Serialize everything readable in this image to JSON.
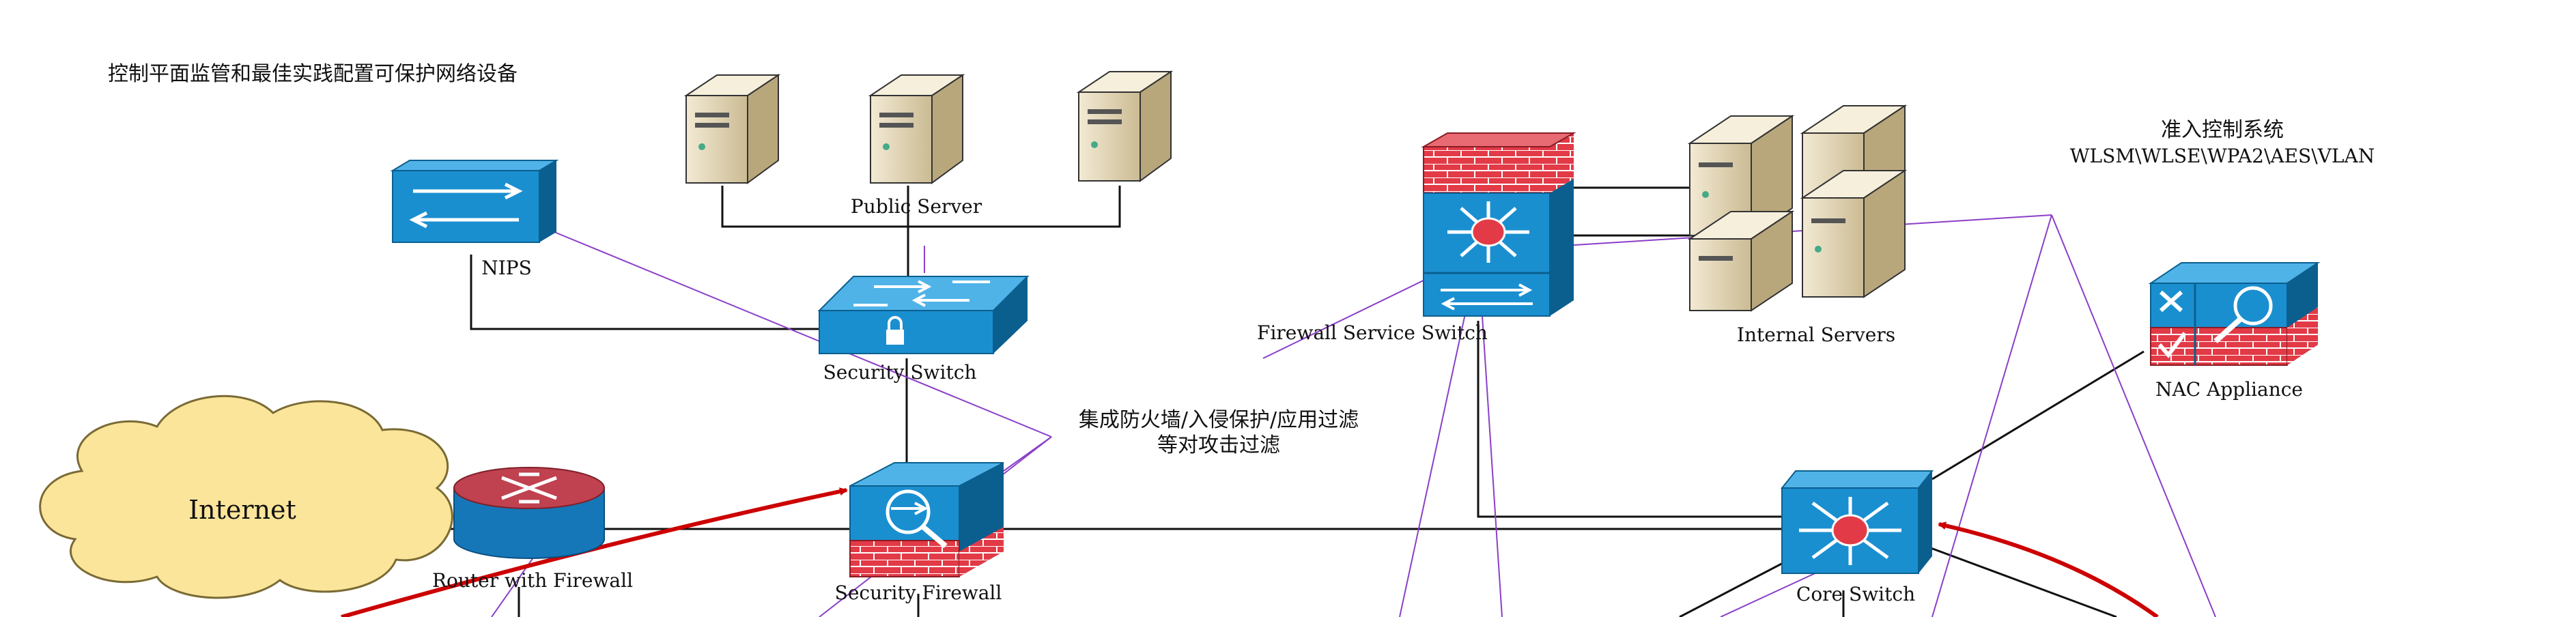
{
  "title": "控制平面监管和最佳实践配置可保护网络设备",
  "nodes": {
    "internet": "Internet",
    "router": "Router with Firewall",
    "nips": "NIPS",
    "public_server": "Public Server",
    "security_switch": "Security Switch",
    "security_firewall": "Security Firewall",
    "firewall_service_switch": "Firewall Service Switch",
    "internal_servers": "Internal Servers",
    "nac_appliance": "NAC Appliance",
    "core_switch": "Core Switch"
  },
  "annotations": {
    "firewall_note_line1": "集成防火墙/入侵保护/应用过滤",
    "firewall_note_line2": "等对攻击过滤",
    "access_control_line1": "准入控制系统",
    "access_control_line2": "WLSM\\WLSE\\WPA2\\AES\\VLAN"
  },
  "colors": {
    "device_blue": "#1a8fd0",
    "device_blue_dark": "#0b5f8f",
    "brick_red": "#e23a46",
    "server_tan": "#e8dcc0",
    "cloud_fill": "#fbe59a",
    "router_red": "#c0414f",
    "attack_red": "#cc0000",
    "purple_line": "#8b3fc8"
  }
}
